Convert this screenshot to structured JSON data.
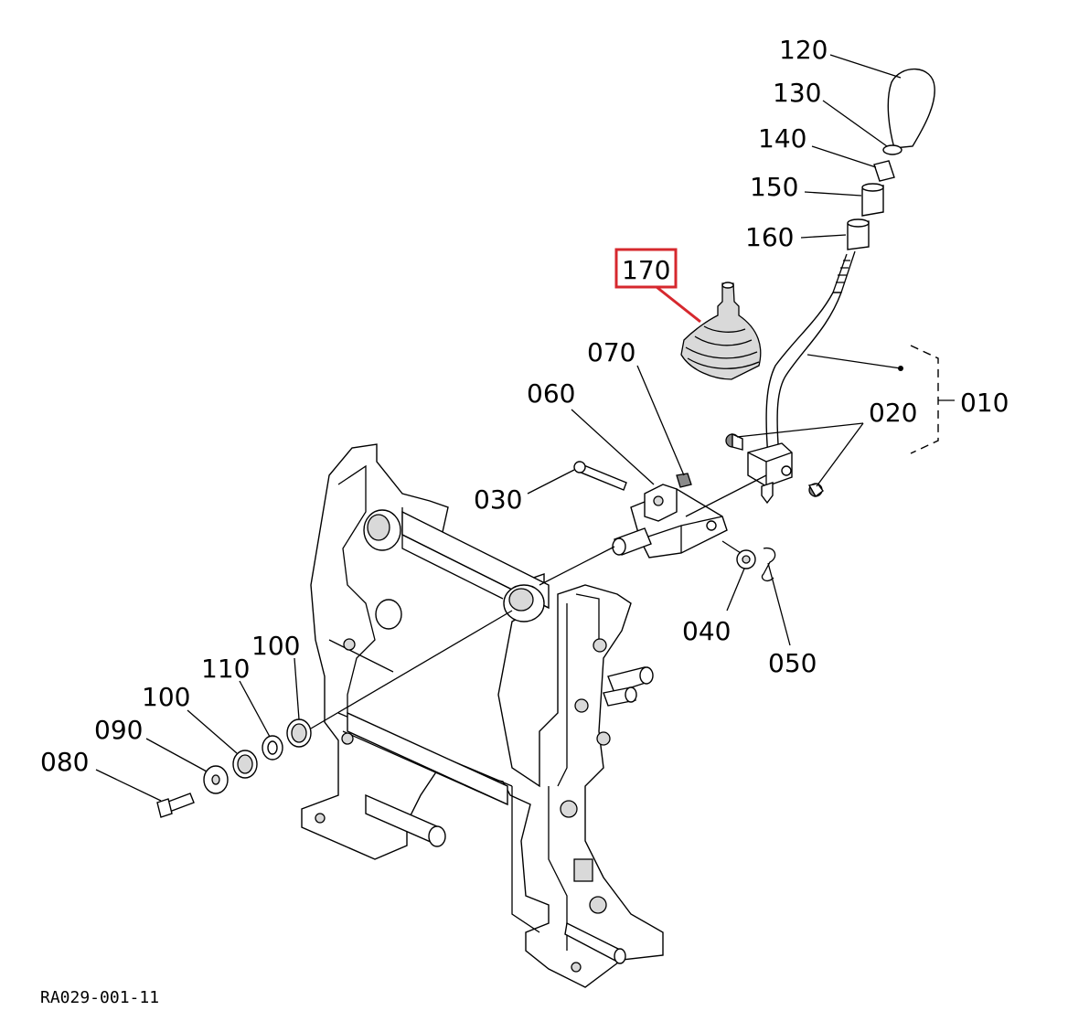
{
  "diagram": {
    "reference_code": "RA029-001-11",
    "highlight_color": "#d6282e",
    "highlighted_part": "170",
    "parts": [
      {
        "id": "p120",
        "label": "120"
      },
      {
        "id": "p130",
        "label": "130"
      },
      {
        "id": "p140",
        "label": "140"
      },
      {
        "id": "p150",
        "label": "150"
      },
      {
        "id": "p160",
        "label": "160"
      },
      {
        "id": "p170",
        "label": "170"
      },
      {
        "id": "p070",
        "label": "070"
      },
      {
        "id": "p060",
        "label": "060"
      },
      {
        "id": "p020",
        "label": "020"
      },
      {
        "id": "p010",
        "label": "010"
      },
      {
        "id": "p030",
        "label": "030"
      },
      {
        "id": "p040",
        "label": "040"
      },
      {
        "id": "p050",
        "label": "050"
      },
      {
        "id": "p100a",
        "label": "100"
      },
      {
        "id": "p110",
        "label": "110"
      },
      {
        "id": "p100b",
        "label": "100"
      },
      {
        "id": "p090",
        "label": "090"
      },
      {
        "id": "p080",
        "label": "080"
      }
    ]
  }
}
